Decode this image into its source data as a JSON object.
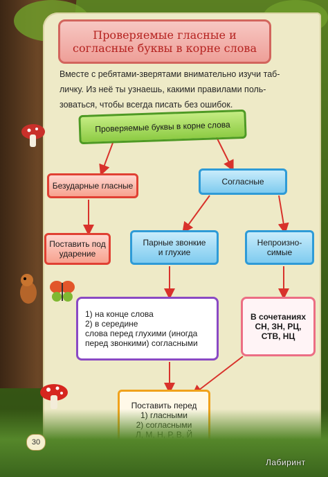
{
  "title": "Проверяемые гласные и\nсогласные буквы в корне слова",
  "intro": "Вместе с ребятами-зверятами внимательно изучи таб-\nличку. Из неё ты узнаешь, какими правилами поль-\nзоваться, чтобы всегда писать без ошибок.",
  "diagram": {
    "root": "Проверяемые буквы в корне слова",
    "vowels": "Безударные гласные",
    "consonants": "Согласные",
    "vowels_rule": "Поставить под\nударение",
    "paired": "Парные звонкие\nи глухие",
    "unpronounceable": "Непроизно-\nсимые",
    "paired_rule": "1) на конце слова\n2) в середине\nслова перед глухими (иногда\nперед звонкими) согласными",
    "unpronounceable_rule": "В сочетаниях\nСН, ЗН, РЦ,\nСТВ, НЦ",
    "final_rule": "Поставить перед\n1) гласными\n2) согласными\nЛ, М, Н, Р, В, Й"
  },
  "page_number": "30",
  "watermark": "Лабиринт"
}
